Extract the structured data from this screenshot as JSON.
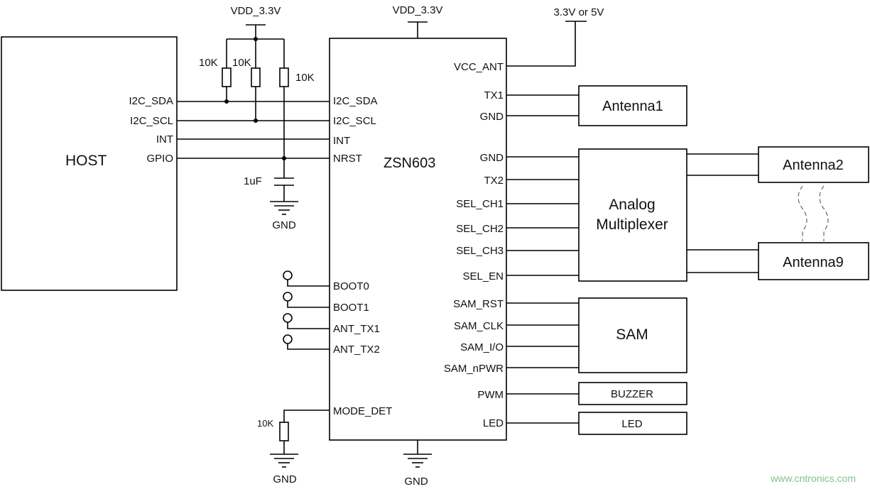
{
  "power": {
    "vdd_left": "VDD_3.3V",
    "vdd_chip": "VDD_3.3V",
    "vcc_ant_supply": "3.3V or 5V",
    "gnd_cap": "GND",
    "gnd_mode": "GND",
    "gnd_chip": "GND"
  },
  "host": {
    "title": "HOST",
    "pins": [
      "I2C_SDA",
      "I2C_SCL",
      "INT",
      "GPIO"
    ]
  },
  "components": {
    "r1": "10K",
    "r2": "10K",
    "r3": "10K",
    "cap": "1uF",
    "r_mode": "10K"
  },
  "chip": {
    "title": "ZSN603",
    "left_pins": [
      "I2C_SDA",
      "I2C_SCL",
      "INT",
      "NRST",
      "BOOT0",
      "BOOT1",
      "ANT_TX1",
      "ANT_TX2",
      "MODE_DET"
    ],
    "right_pins": [
      "VCC_ANT",
      "TX1",
      "GND",
      "GND",
      "TX2",
      "SEL_CH1",
      "SEL_CH2",
      "SEL_CH3",
      "SEL_EN",
      "SAM_RST",
      "SAM_CLK",
      "SAM_I/O",
      "SAM_nPWR",
      "PWM",
      "LED"
    ]
  },
  "blocks": {
    "antenna1": "Antenna1",
    "mux_line1": "Analog",
    "mux_line2": "Multiplexer",
    "antenna2": "Antenna2",
    "antenna9": "Antenna9",
    "sam": "SAM",
    "buzzer": "BUZZER",
    "led": "LED"
  },
  "watermark": "www.cntronics.com"
}
